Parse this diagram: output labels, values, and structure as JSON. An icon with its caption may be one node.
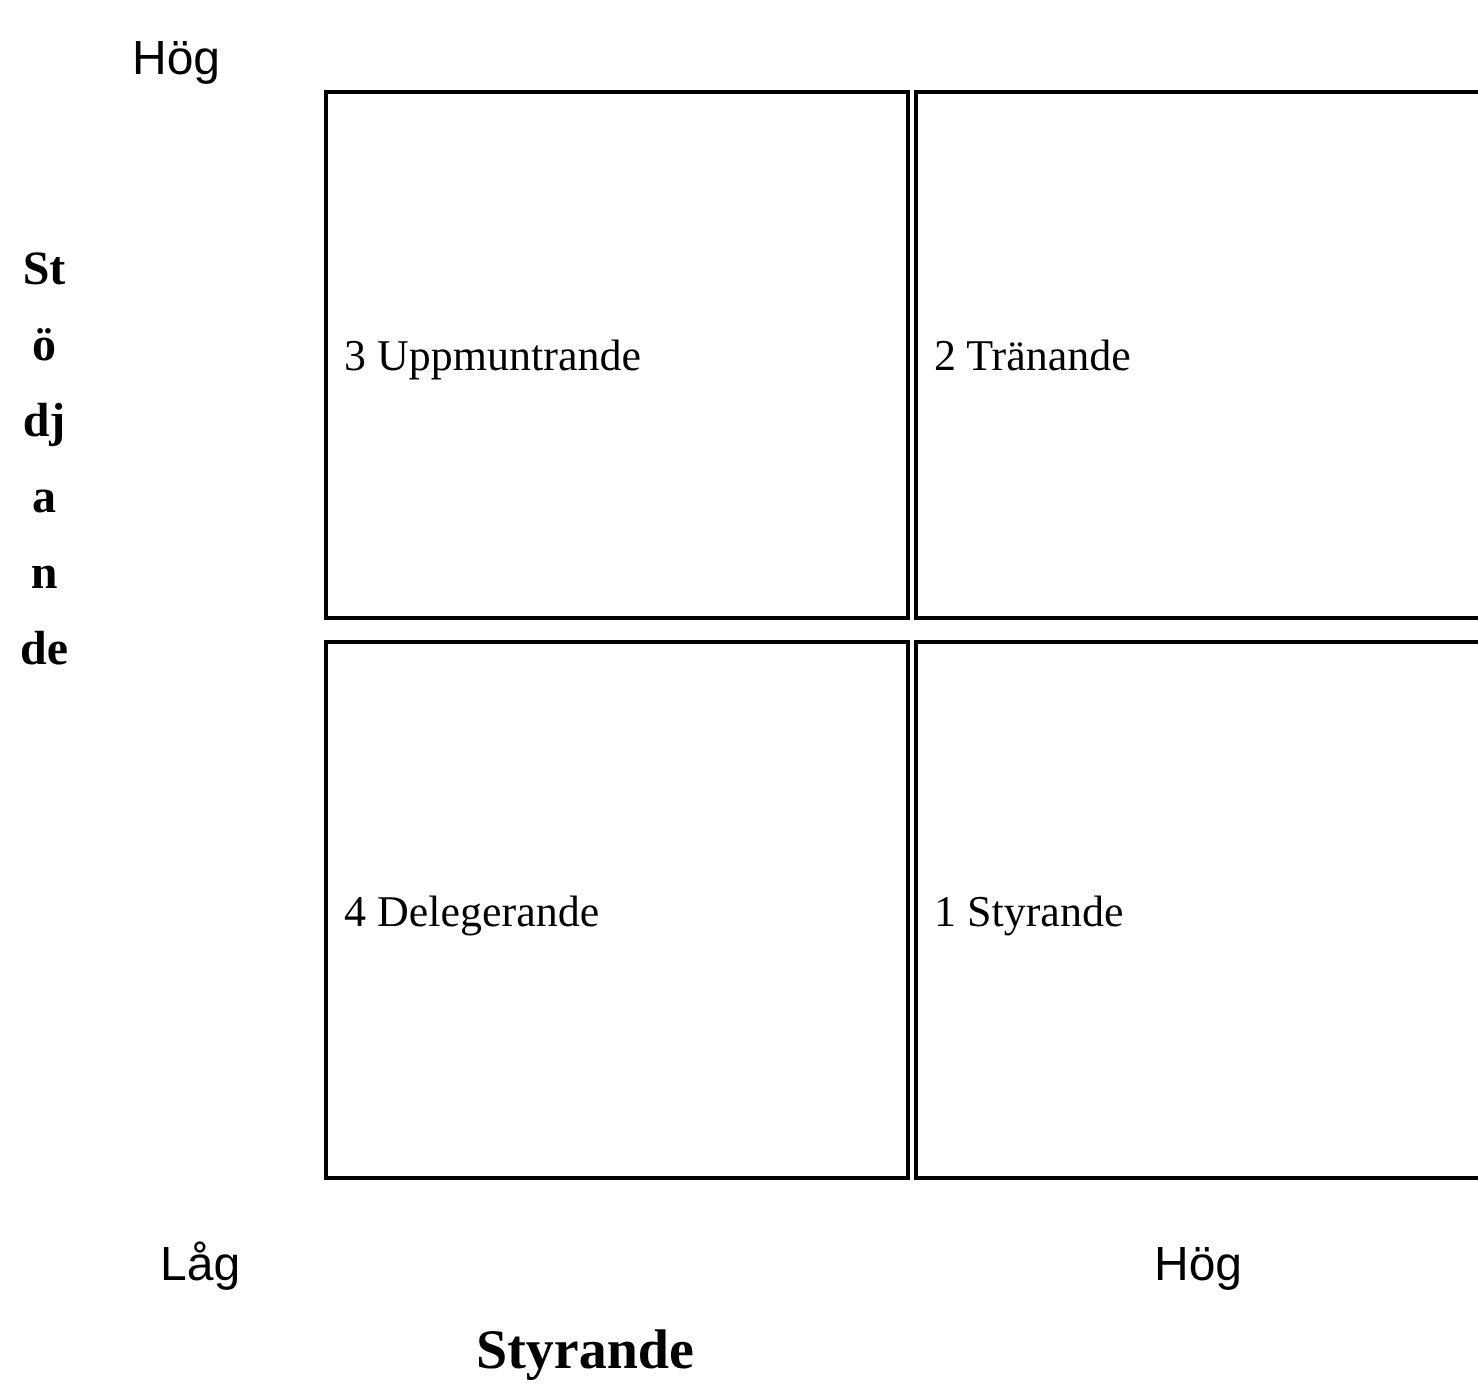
{
  "diagram": {
    "nodes": [
      {
        "text": [
          "3 Uppmuntrande"
        ]
      },
      {
        "text": [
          "2 Tränande"
        ]
      },
      {
        "text": [
          "4 Delegerande"
        ]
      },
      {
        "text": [
          "1 Styrande"
        ]
      }
    ],
    "labels": [
      "Hög",
      "Stödjande",
      "Låg",
      "Hög",
      "Styrande"
    ]
  }
}
